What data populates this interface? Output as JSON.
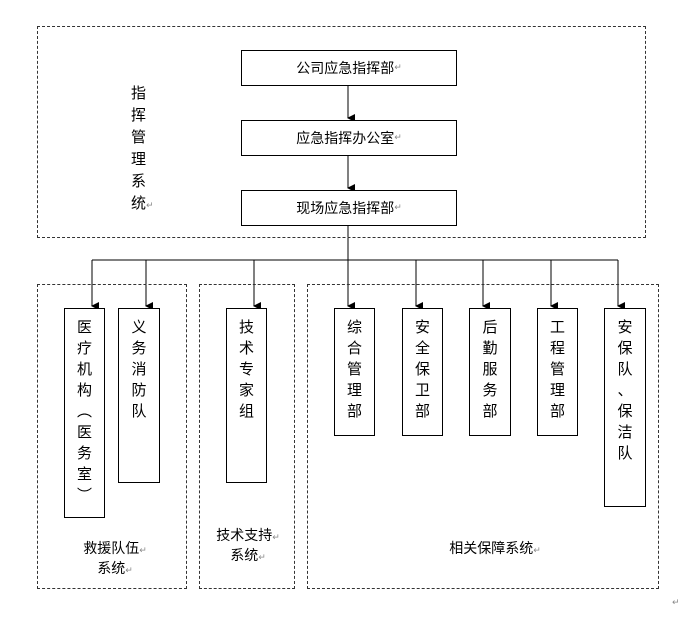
{
  "command_system": {
    "label_chars": [
      "指",
      "挥",
      "管",
      "理",
      "系",
      "统"
    ],
    "nodes": [
      {
        "label": "公司应急指挥部"
      },
      {
        "label": "应急指挥办公室"
      },
      {
        "label": "现场应急指挥部"
      }
    ]
  },
  "rescue_team_system": {
    "label_line1": "救援队伍",
    "label_line2": "系统",
    "units": [
      {
        "chars": [
          "医",
          "疗",
          "机",
          "构",
          "︵",
          "医",
          "务",
          "室",
          "︶"
        ]
      },
      {
        "chars": [
          "义",
          "务",
          "消",
          "防",
          "队"
        ]
      }
    ]
  },
  "tech_support_system": {
    "label_line1": "技术支持",
    "label_line2": "系统",
    "units": [
      {
        "chars": [
          "技",
          "术",
          "专",
          "家",
          "组"
        ]
      }
    ]
  },
  "related_support_system": {
    "label": "相关保障系统",
    "units": [
      {
        "chars": [
          "综",
          "合",
          "管",
          "理",
          "部"
        ]
      },
      {
        "chars": [
          "安",
          "全",
          "保",
          "卫",
          "部"
        ]
      },
      {
        "chars": [
          "后",
          "勤",
          "服",
          "务",
          "部"
        ]
      },
      {
        "chars": [
          "工",
          "程",
          "管",
          "理",
          "部"
        ]
      },
      {
        "chars": [
          "安",
          "保",
          "队",
          "、",
          "保",
          "洁",
          "队"
        ]
      }
    ]
  },
  "paragraph_mark": "↵"
}
